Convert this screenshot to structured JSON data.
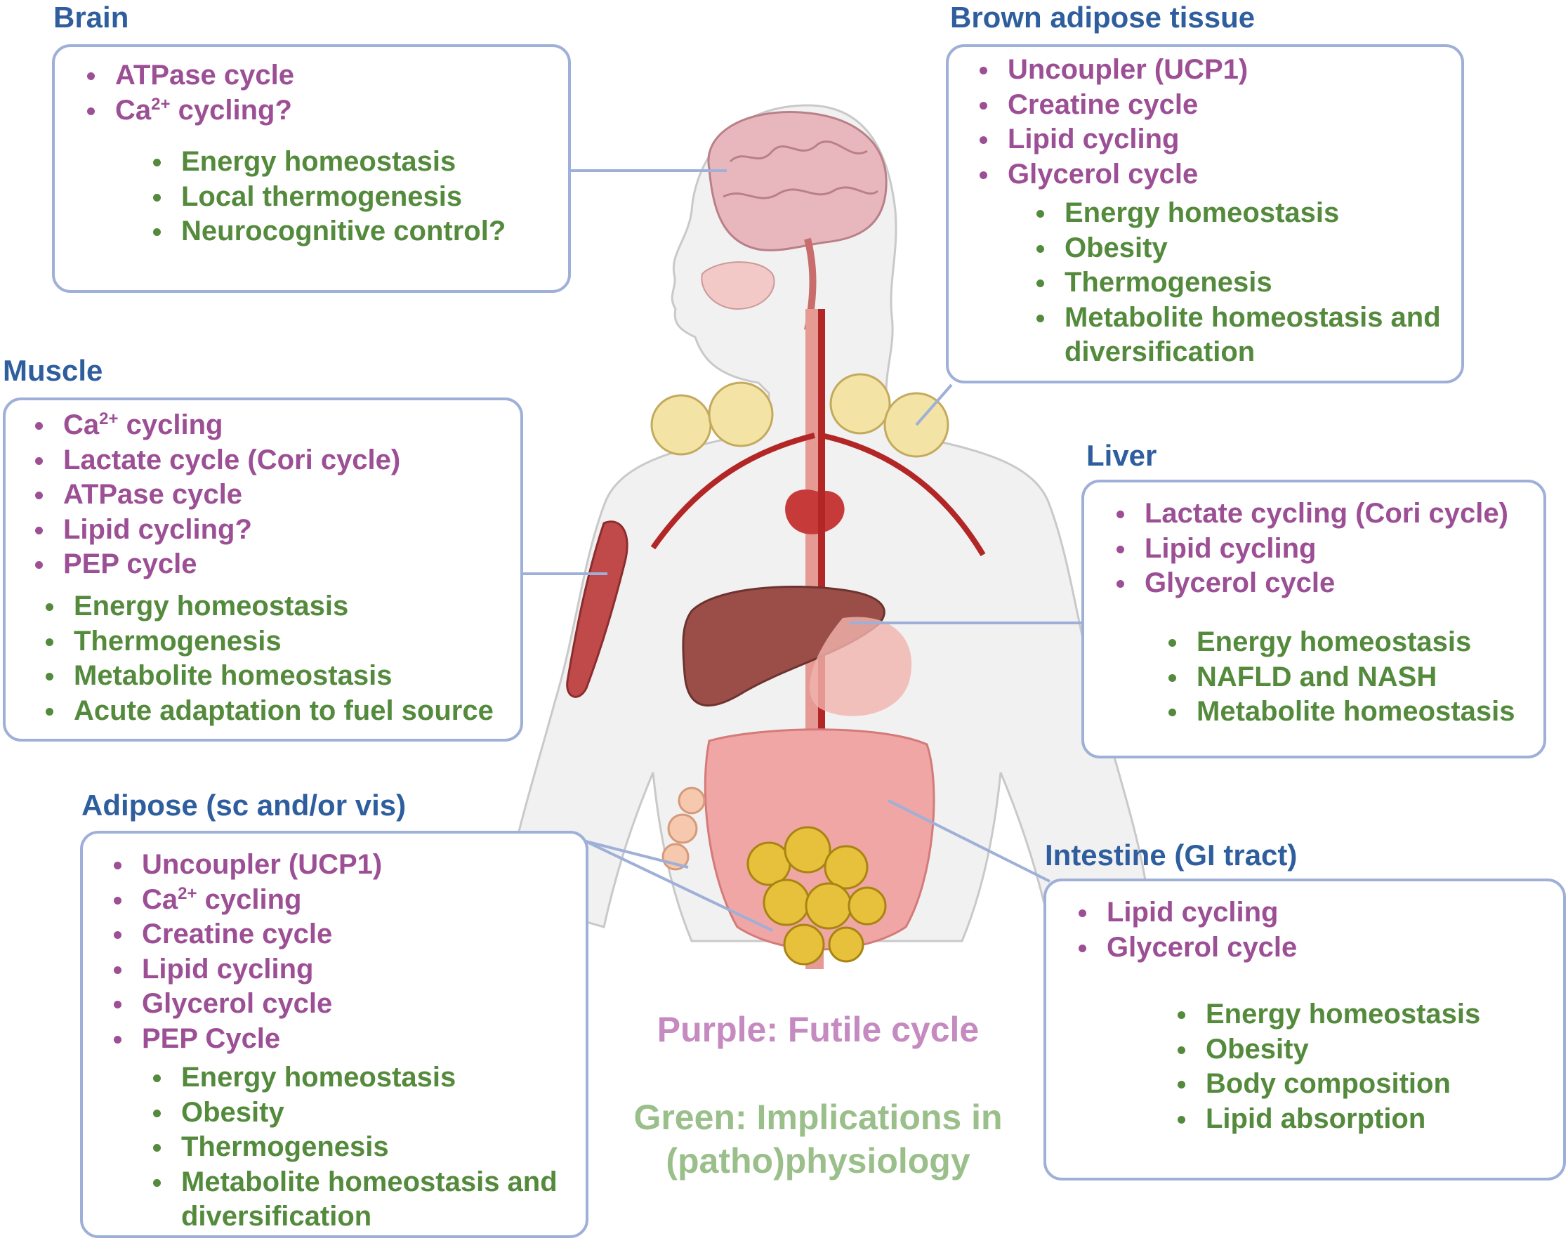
{
  "colors": {
    "region_title": "#2e5e9e",
    "futile_cycle": "#9c4f95",
    "pathophysiology": "#548a3c",
    "box_border": "#9fb0d8",
    "legend_purple": "#c58ac0",
    "legend_green": "#9abf8a"
  },
  "regions": {
    "brain": {
      "title": "Brain",
      "cycles": [
        "ATPase cycle",
        "Ca2+ cycling?"
      ],
      "implications": [
        "Energy homeostasis",
        "Local thermogenesis",
        "Neurocognitive control?"
      ]
    },
    "brown_adipose": {
      "title": "Brown adipose tissue",
      "cycles": [
        "Uncoupler (UCP1)",
        "Creatine cycle",
        "Lipid cycling",
        "Glycerol cycle"
      ],
      "implications": [
        "Energy homeostasis",
        "Obesity",
        "Thermogenesis",
        "Metabolite homeostasis and",
        "diversification"
      ]
    },
    "muscle": {
      "title": "Muscle",
      "cycles": [
        "Ca2+ cycling",
        "Lactate cycle (Cori cycle)",
        "ATPase cycle",
        "Lipid cycling?",
        "PEP cycle"
      ],
      "implications": [
        "Energy homeostasis",
        "Thermogenesis",
        "Metabolite homeostasis",
        "Acute adaptation to fuel source"
      ]
    },
    "liver": {
      "title": "Liver",
      "cycles": [
        "Lactate cycling (Cori cycle)",
        "Lipid cycling",
        "Glycerol cycle"
      ],
      "implications": [
        "Energy homeostasis",
        "NAFLD and NASH",
        "Metabolite homeostasis"
      ]
    },
    "adipose": {
      "title": "Adipose (sc and/or vis)",
      "cycles": [
        "Uncoupler (UCP1)",
        "Ca2+ cycling",
        "Creatine cycle",
        "Lipid cycling",
        "Glycerol cycle",
        "PEP Cycle"
      ],
      "implications": [
        "Energy homeostasis",
        "Obesity",
        "Thermogenesis",
        "Metabolite homeostasis and",
        "diversification"
      ]
    },
    "intestine": {
      "title": "Intestine (GI tract)",
      "cycles": [
        "Lipid cycling",
        "Glycerol cycle"
      ],
      "implications": [
        "Energy homeostasis",
        "Obesity",
        "Body composition",
        "Lipid absorption"
      ]
    }
  },
  "legend": {
    "purple": "Purple: Futile cycle",
    "green_line1": "Green: Implications in",
    "green_line2": "(patho)physiology"
  }
}
